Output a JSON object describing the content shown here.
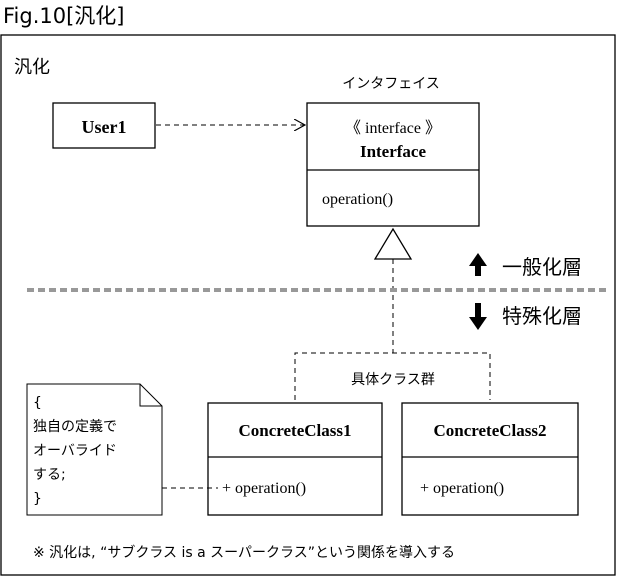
{
  "figure": {
    "caption": "Fig.10[汎化]"
  },
  "frame": {
    "title": "汎化"
  },
  "user": {
    "name": "User1"
  },
  "interface": {
    "label": "インタフェイス",
    "stereotype": "《 interface 》",
    "name": "Interface",
    "method": "operation()"
  },
  "layers": {
    "upper": "一般化層",
    "lower": "特殊化層"
  },
  "group": {
    "label": "具体クラス群"
  },
  "classes": [
    {
      "name": "ConcreteClass1",
      "method": "+ operation()"
    },
    {
      "name": "ConcreteClass2",
      "method": "+ operation()"
    }
  ],
  "note": {
    "lines": [
      "{",
      " 独自の定義で",
      " オーバライド",
      " する;",
      "}"
    ]
  },
  "footnote": "※ 汎化は, “サブクラス is a スーパークラス”という関係を導入する"
}
